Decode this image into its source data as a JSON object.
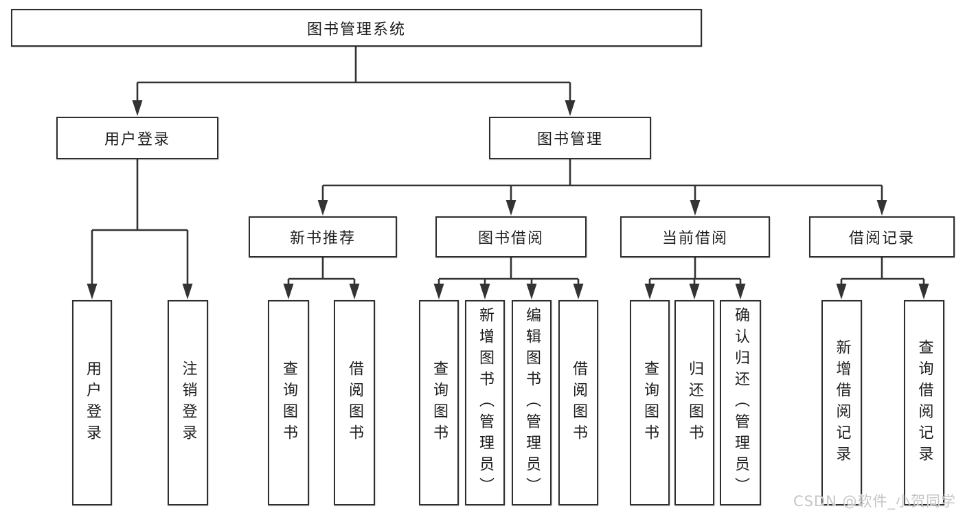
{
  "tree": {
    "root": {
      "label": "图书管理系统"
    },
    "level2": [
      {
        "label": "用户登录",
        "children": [
          {
            "label": "用户登录"
          },
          {
            "label": "注销登录"
          }
        ]
      },
      {
        "label": "图书管理",
        "children": [
          {
            "label": "新书推荐",
            "children": [
              {
                "label": "查询图书"
              },
              {
                "label": "借阅图书"
              }
            ]
          },
          {
            "label": "图书借阅",
            "children": [
              {
                "label": "查询图书"
              },
              {
                "label": "新增图书（管理员）"
              },
              {
                "label": "编辑图书（管理员）"
              },
              {
                "label": "借阅图书"
              }
            ]
          },
          {
            "label": "当前借阅",
            "children": [
              {
                "label": "查询图书"
              },
              {
                "label": "归还图书"
              },
              {
                "label": "确认归还（管理员）"
              }
            ]
          },
          {
            "label": "借阅记录",
            "children": [
              {
                "label": "新增借阅记录"
              },
              {
                "label": "查询借阅记录"
              }
            ]
          }
        ]
      }
    ]
  },
  "watermark": {
    "text": "CSDN @软件_小贺同学"
  },
  "colors": {
    "line": "#333333",
    "border": "#2e2e2e",
    "text": "#1d1d1d",
    "background": "#ffffff",
    "watermark": "#c6c6c6"
  }
}
